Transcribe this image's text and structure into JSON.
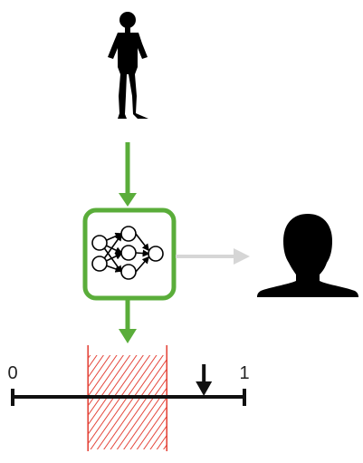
{
  "figure": {
    "person_icon": "standing-person-icon",
    "model_icon": "neural-network-icon",
    "output_icon": "head-silhouette-icon",
    "colors": {
      "primary": "#5aad3a",
      "muted_arrow": "#d6d6d6",
      "silhouette": "#000000",
      "interval": "#e4473c",
      "axis": "#111111"
    }
  },
  "scale": {
    "min_label": "0",
    "max_label": "1",
    "min_value": 0,
    "max_value": 1,
    "interval": [
      0.325,
      0.665
    ],
    "marker_value": 0.825
  }
}
